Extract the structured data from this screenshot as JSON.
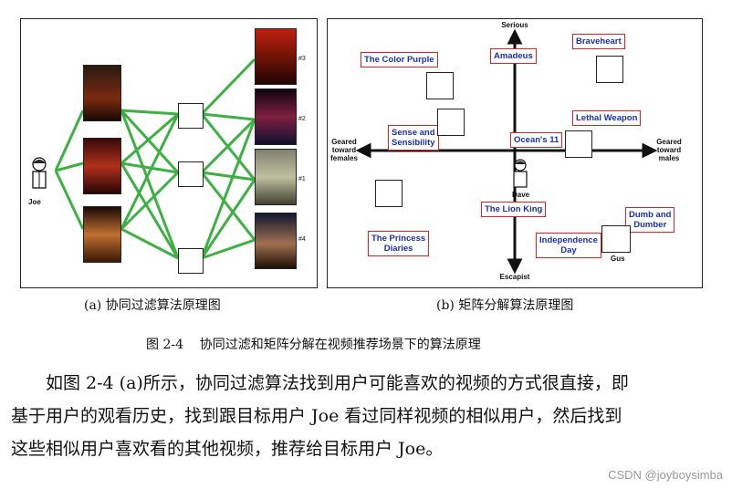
{
  "figure": {
    "panel_a": {
      "user_label": "Joe",
      "rank_labels": [
        "#3",
        "#2",
        "#1",
        "#4"
      ],
      "caption": "(a)  协同过滤算法原理图"
    },
    "panel_b": {
      "axis": {
        "top": "Serious",
        "bottom": "Escapist",
        "left": "Geared\ntoward\nfemales",
        "right": "Geared\ntoward\nmales"
      },
      "users": {
        "dave": "Dave",
        "gus": "Gus"
      },
      "movies": {
        "color_purple": "The Color Purple",
        "amadeus": "Amadeus",
        "braveheart": "Braveheart",
        "sense": "Sense and\nSensibility",
        "oceans": "Ocean's 11",
        "lethal": "Lethal Weapon",
        "lion_king": "The Lion King",
        "dumb": "Dumb and\nDumber",
        "princess": "The Princess\nDiaries",
        "independence": "Independence\nDay"
      },
      "caption": "(b)  矩阵分解算法原理图"
    },
    "caption": "图 2-4    协同过滤和矩阵分解在视频推荐场景下的算法原理"
  },
  "paragraph": {
    "line1": "如图 2-4 (a)所示，协同过滤算法找到用户可能喜欢的视频的方式很直接，即",
    "line2": "基于用户的观看历史，找到跟目标用户 Joe 看过同样视频的相似用户，然后找到",
    "line3": "这些相似用户喜欢看的其他视频，推荐给目标用户 Joe。"
  },
  "watermark": "CSDN @joyboysimba",
  "colors": {
    "edge": "#3cb043",
    "tag_text": "#1a2fb4",
    "tag_border": "#d22222"
  }
}
